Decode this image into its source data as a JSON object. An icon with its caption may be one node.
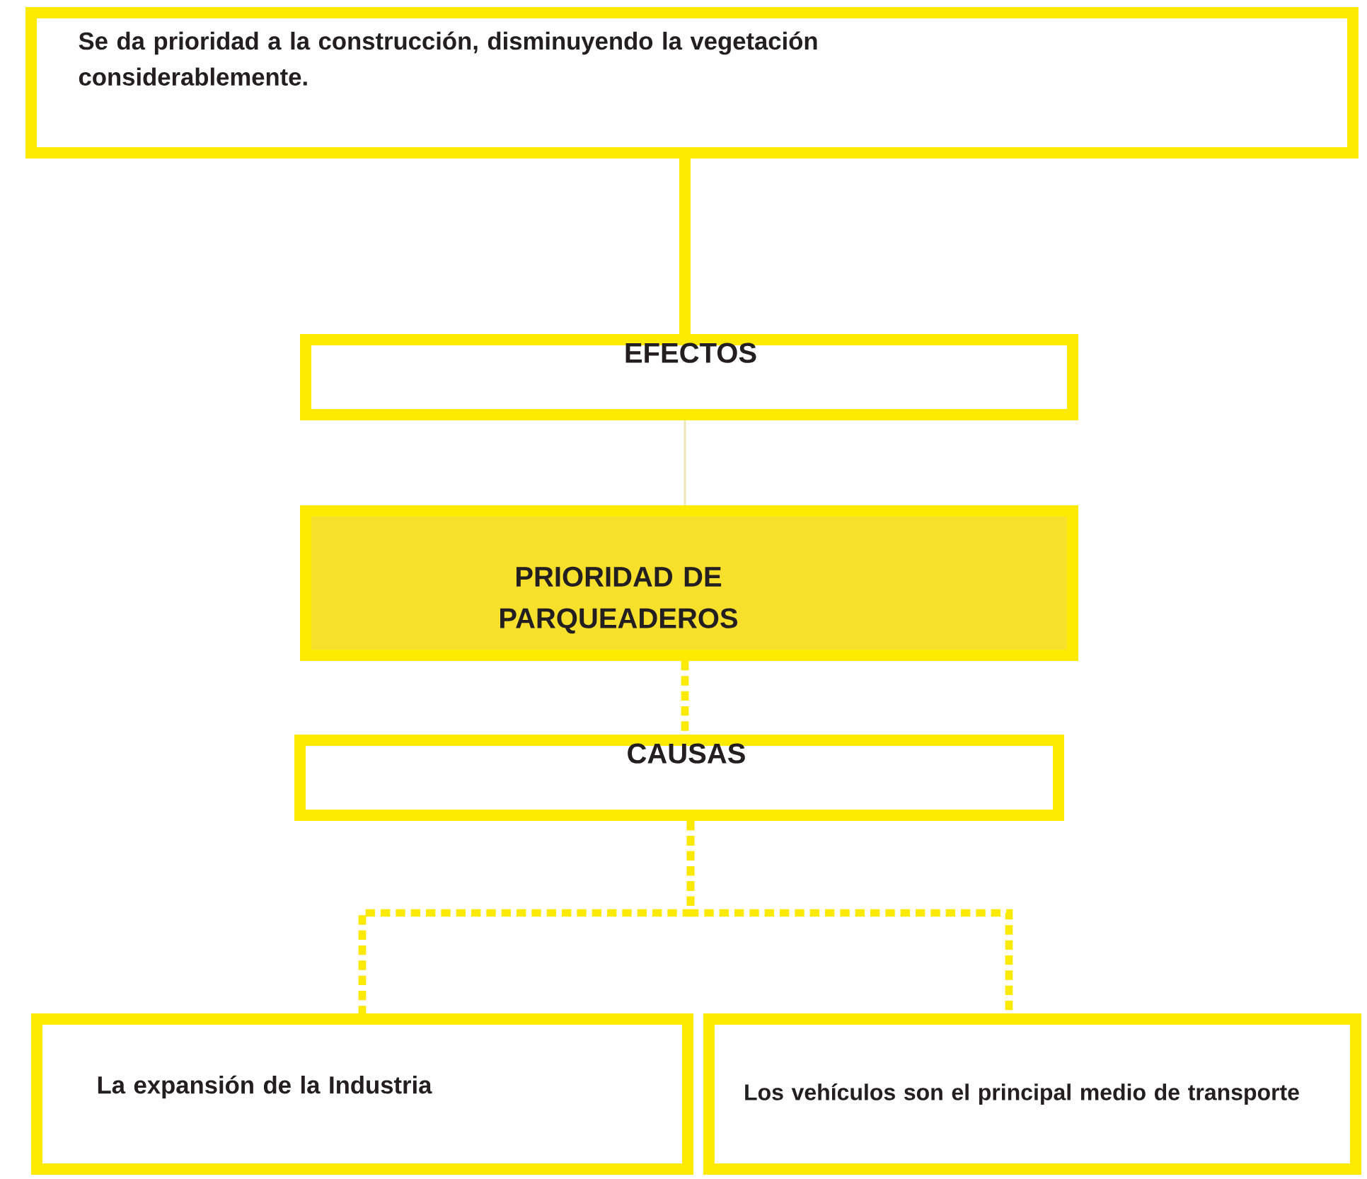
{
  "diagram": {
    "nodes": [
      {
        "text": [
          "Se da prioridad a la construcción, disminuyendo la vegetación considerablemente."
        ]
      },
      {
        "text": [
          "EFECTOS"
        ]
      },
      {
        "text": [
          "PRIORIDAD DE PARQUEADEROS"
        ]
      },
      {
        "text": [
          "CAUSAS"
        ]
      },
      {
        "text": [
          "La expansión de la Industria"
        ]
      },
      {
        "text": [
          "Los vehículos son el principal medio de transporte"
        ]
      }
    ],
    "edges": [
      {
        "from": 0,
        "to": 1,
        "arrow": "none"
      },
      {
        "from": 1,
        "to": 2,
        "arrow": "none",
        "color": "#eae5ad"
      },
      {
        "from": 2,
        "to": 3,
        "arrow": "none",
        "style": "dashed"
      },
      {
        "from": 3,
        "to": 4,
        "arrow": "none",
        "style": "dashed"
      },
      {
        "from": 3,
        "to": 5,
        "arrow": "none",
        "style": "dashed"
      }
    ]
  }
}
